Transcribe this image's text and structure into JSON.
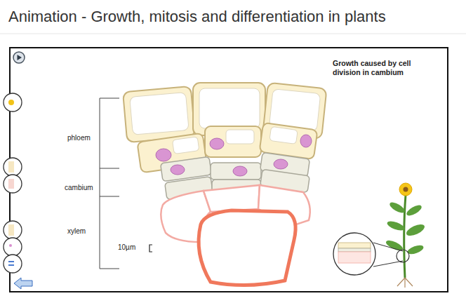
{
  "diagram": {
    "title": "Animation - Growth, mitosis and differentiation in plants",
    "labels": [
      "Growth caused by cell division in cambium",
      "phloem",
      "cambium",
      "xylem",
      "10µm"
    ]
  }
}
